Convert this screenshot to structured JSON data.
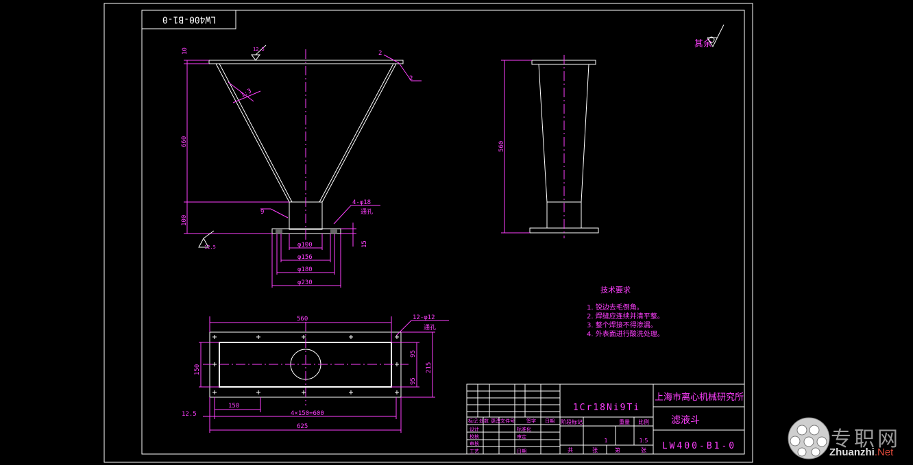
{
  "drawing": {
    "top_stamp": "LW400-B1-0",
    "roughness_note": "其余",
    "roughness_value": "12.5",
    "weld_note": "2",
    "front_view": {
      "height_top": "10",
      "height_cone": "660",
      "height_bottom": "100",
      "diameters": [
        "φ100",
        "φ156",
        "φ180",
        "φ230"
      ],
      "holes": "4-φ18",
      "holes_note": "通孔",
      "flange_thk": "15",
      "slope_note": "1:3",
      "weld_a": "2",
      "weld_b": "9",
      "roughness_b": "12.5"
    },
    "side_view": {
      "height": "560"
    },
    "top_view": {
      "width_overall": "560",
      "width_total": "625",
      "holes": "12-φ12",
      "holes_note": "通孔",
      "pitch": "4×150=600",
      "first_pitch": "150",
      "edge": "12.5",
      "height_inner": "150",
      "height_outer": "215",
      "half_a": "95",
      "half_b": "95"
    },
    "tech_req": {
      "title": "技术要求",
      "items": [
        "1. 锐边去毛倒角。",
        "2. 焊缝应连续并清平整。",
        "3. 整个焊接不得渗漏。",
        "4. 外表面进行酸洗处理。"
      ]
    },
    "title_block": {
      "material": "1Cr18Ni9Ti",
      "company": "上海市离心机械研究所",
      "part_name": "滤液斗",
      "drawing_no": "LW400-B1-0",
      "scale": "1:5",
      "qty": "1",
      "stage_label": "阶段标记",
      "weight_label": "重量",
      "scale_label": "比例",
      "sheet_label": "共",
      "sheet_of_label": "第",
      "page_label": "张",
      "header_cols": [
        "标记",
        "处数",
        "更改文件号",
        "签字",
        "日期"
      ],
      "rows_left": [
        "设计",
        "校核",
        "审核",
        "工艺"
      ],
      "rows_mid": [
        "标准化",
        "审定",
        "",
        "日期"
      ]
    }
  },
  "watermark": {
    "cn": "专职网",
    "en_a": "Zhuanzhi",
    "en_b": ".Net"
  }
}
